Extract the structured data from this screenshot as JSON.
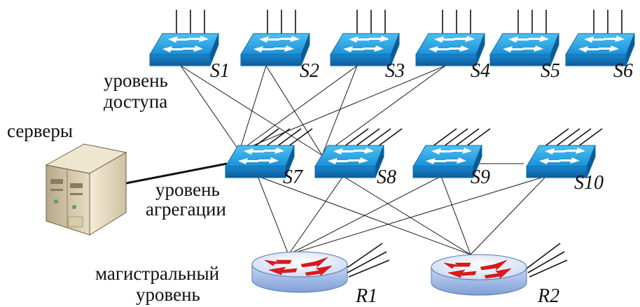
{
  "labels": {
    "access_line1": "уровень",
    "access_line2": "доступа",
    "servers": "серверы",
    "aggregation_line1": "уровень",
    "aggregation_line2": "агрегации",
    "core_line1": "магистральный",
    "core_line2": "уровень"
  },
  "access_switches": [
    "S1",
    "S2",
    "S3",
    "S4",
    "S5",
    "S6"
  ],
  "aggregation_switches": [
    "S7",
    "S8",
    "S9",
    "S10"
  ],
  "routers": [
    "R1",
    "R2"
  ],
  "colors": {
    "switch_top": "#1f9fe0",
    "switch_side": "#1070b8",
    "switch_arrows": "#ffffff",
    "router_body": "#a8c0e8",
    "router_arrows": "#e02020",
    "server_body": "#e8dcc0"
  }
}
